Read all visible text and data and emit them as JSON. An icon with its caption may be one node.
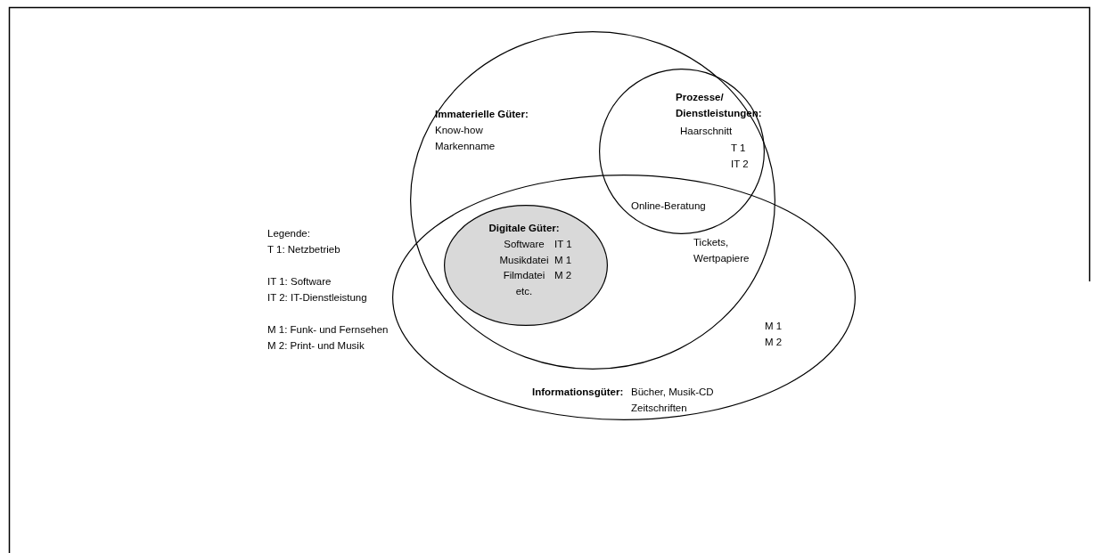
{
  "diagram": {
    "nodes": [
      {
        "text": [
          "Immaterielle Güter:",
          "Know-how Markenname"
        ]
      },
      {
        "text": [
          "Prozesse/ Dienstleistungen:",
          "Haarschnitt",
          "T 1 IT 2"
        ],
        "in": 0
      },
      {
        "text": [
          "Tickets, Wertpapiere",
          "M 1 M 2",
          "Informationsgüter:",
          "Bücher, Musik-CD Zeitschriften"
        ]
      },
      {
        "text": [
          "Digitale Güter:",
          "Software Musikdatei Filmdatei etc.",
          "IT 1 M 1 M 2"
        ]
      }
    ],
    "edges": [],
    "labels": [
      "Online-Beratung",
      "Legende:",
      "T 1: Netzbetrieb",
      "IT 1: Software",
      "IT 2: IT-Dienstleistung",
      "M 1: Funk- und Fernsehen",
      "M 2: Print- und Musik"
    ]
  }
}
